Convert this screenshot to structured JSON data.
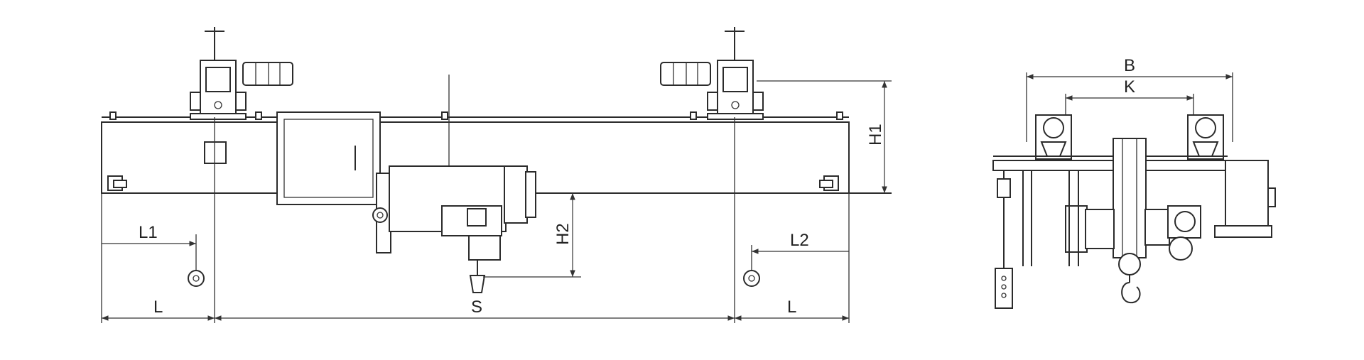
{
  "labels": {
    "L1": "L1",
    "L2": "L2",
    "H1": "H1",
    "H2": "H2",
    "S": "S",
    "L_left": "L",
    "L_right": "L",
    "B": "B",
    "K": "K"
  }
}
